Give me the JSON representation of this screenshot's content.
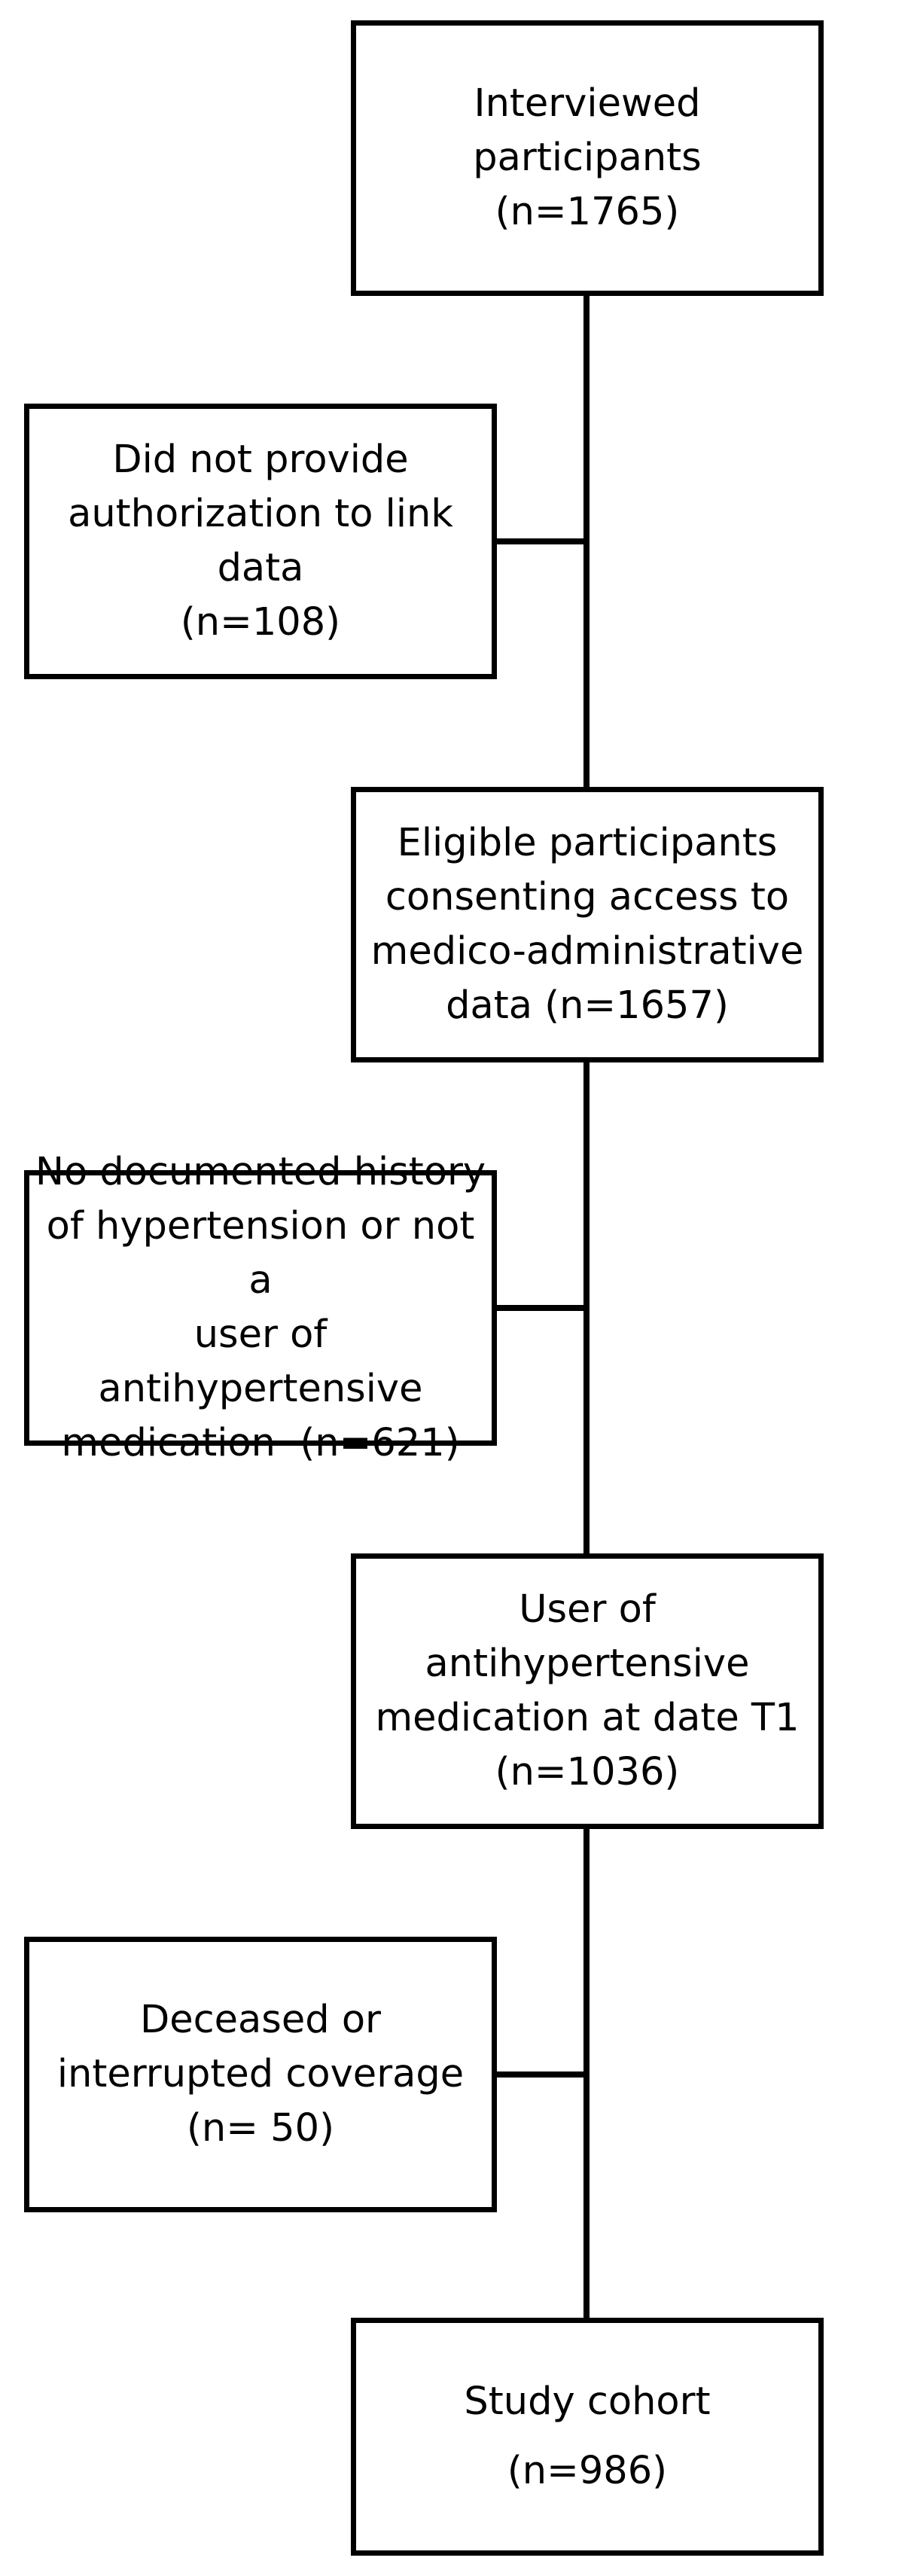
{
  "flowchart": {
    "boxes": [
      {
        "id": "interviewed",
        "lines": [
          "Interviewed participants",
          "(n=1765)"
        ]
      },
      {
        "id": "no-authorization",
        "lines": [
          "Did not provide",
          "authorization to link data",
          "(n=108)"
        ]
      },
      {
        "id": "eligible",
        "lines": [
          "Eligible participants",
          "consenting access to",
          "medico-administrative",
          "data (n=1657)"
        ]
      },
      {
        "id": "no-hypertension",
        "lines": [
          "No documented history",
          "of hypertension or not a",
          "user of antihypertensive",
          "medication  (n=621)"
        ]
      },
      {
        "id": "antihypertensive-users",
        "lines": [
          "User of antihypertensive",
          "medication at date T1",
          "(n=1036)"
        ]
      },
      {
        "id": "deceased",
        "lines": [
          "Deceased or",
          "interrupted coverage",
          "(n= 50)"
        ]
      },
      {
        "id": "study-cohort",
        "lines": [
          "Study cohort",
          "(n=986)"
        ]
      }
    ]
  }
}
